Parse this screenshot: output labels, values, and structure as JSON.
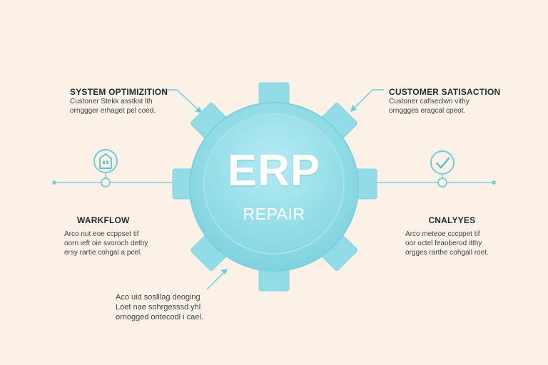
{
  "hub": {
    "title": "ERP",
    "subtitle": "REPAIR"
  },
  "labels": {
    "system": {
      "title": "SYSTEM OPTIMIZITION",
      "lines": [
        "Custoner Stekk asstkst lth",
        "ornggger erhaget pel coed."
      ]
    },
    "customer": {
      "title": "CUSTOMER SATISACTION",
      "lines": [
        "Custoner cafiseclwn vithy",
        "ornggges eragcal cpeot."
      ]
    },
    "workflow": {
      "title": "WARKFLOW",
      "lines": [
        "Arco nut eoe ccppset tif",
        "oorn ieft oie svoroch dethy",
        "ersy rartie cohgal a pcel."
      ]
    },
    "analytics": {
      "title": "CNALYYES",
      "lines": [
        "Arco meteoe cccppet tif",
        "oor octel feaoberod itthy",
        "orgges rarthe cohgall roet."
      ]
    },
    "bottom": {
      "lines": [
        "Aco uid soslllag deoging",
        "Loet nae sohrgesssd yhl",
        "ornogged oritecodl i cael."
      ]
    }
  },
  "colors": {
    "background": "#fcf1e6",
    "hub": "#8fdbe6",
    "hub_dark": "#6ecdda",
    "teeth": "#92dce7",
    "line": "#7fd0dd",
    "text": "#1d2a33"
  },
  "icons": {
    "left": "house-icon",
    "right": "checkmark-icon"
  }
}
